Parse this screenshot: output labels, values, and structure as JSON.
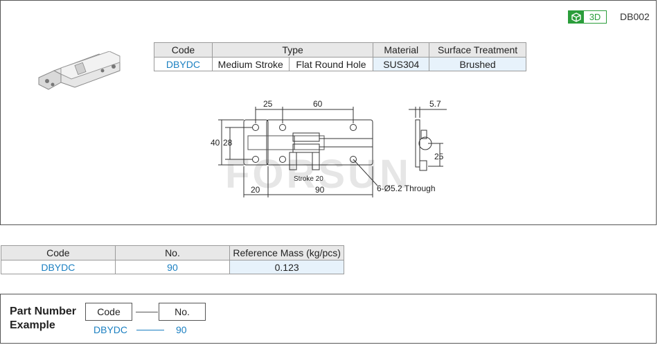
{
  "header": {
    "badge_label": "3D",
    "badge_color": "#2a9d3a",
    "product_id": "DB002"
  },
  "spec_table": {
    "headers": [
      "Code",
      "Type",
      "Material",
      "Surface Treatment"
    ],
    "row": {
      "code": "DBYDC",
      "type_1": "Medium Stroke",
      "type_2": "Flat Round Hole",
      "material": "SUS304",
      "surface": "Brushed"
    }
  },
  "drawing": {
    "dims": {
      "d25_top": "25",
      "d60": "60",
      "d40": "40",
      "d28": "28",
      "d20": "20",
      "d90": "90",
      "stroke": "Stroke 20",
      "holes": "6-Ø5.2 Through",
      "d57": "5.7",
      "d25_side": "25"
    },
    "watermark": "FORSUN"
  },
  "mass_table": {
    "headers": [
      "Code",
      "No.",
      "Reference Mass (kg/pcs)"
    ],
    "row": {
      "code": "DBYDC",
      "no": "90",
      "mass": "0.123"
    }
  },
  "part_number": {
    "title_1": "Part Number",
    "title_2": "Example",
    "code_label": "Code",
    "no_label": "No.",
    "code_value": "DBYDC",
    "no_value": "90"
  },
  "colors": {
    "link_blue": "#1a7fc1",
    "highlight": "#e7f2fb",
    "header_gray": "#e8e8e8"
  }
}
